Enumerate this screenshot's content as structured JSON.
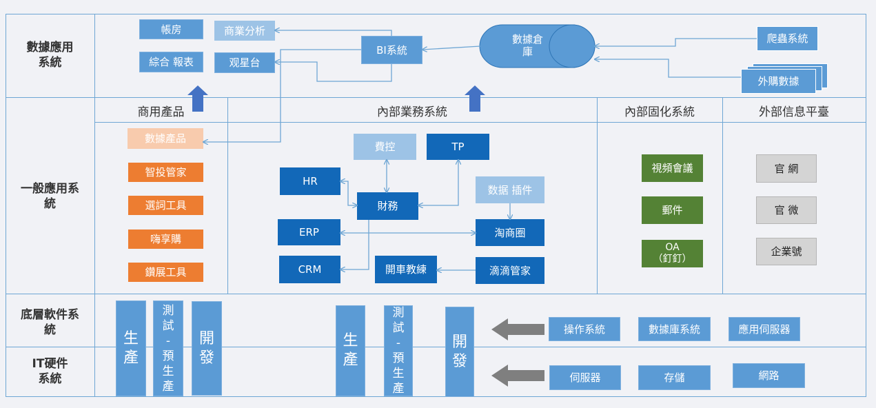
{
  "rows": {
    "data_app": "數據應用\n系統",
    "general_app": "一般應用系\n統",
    "base_software": "底層軟件系\n統",
    "it_hardware": "IT硬件\n系統"
  },
  "columns": {
    "commercial": "商用產品",
    "internal_business": "內部業務系統",
    "internal_fixed": "內部固化系統",
    "external_info": "外部信息平臺"
  },
  "data_app": {
    "zhangfang": "帳房",
    "reports": "綜合 報表",
    "business_analysis": "商業分析",
    "observatory": "观星台",
    "bi": "BI系統",
    "warehouse": "數據倉\n庫",
    "crawler": "爬蟲系統",
    "purchased_data": "外購數據"
  },
  "commercial_products": [
    "數據產品",
    "智投管家",
    "選詞工具",
    "嗨享購",
    "鑽展工具"
  ],
  "internal": {
    "fee_control": "費控",
    "tp": "TP",
    "hr": "HR",
    "finance": "財務",
    "data_plugin": "数据 插件",
    "erp": "ERP",
    "taobao_circle": "淘商圈",
    "crm": "CRM",
    "driving_coach": "開車教練",
    "didi_manager": "滴滴管家"
  },
  "fixed_systems": [
    "視頻會議",
    "郵件",
    "OA\n（釘釘）"
  ],
  "external_platforms": [
    "官 網",
    "官 微",
    "企業號"
  ],
  "environments": {
    "prod": "生\n產",
    "test": "測\n試\n-\n預\n生\n產",
    "dev": "開\n發"
  },
  "base_software_items": [
    "操作系統",
    "數據庫系統",
    "應用伺服器"
  ],
  "hardware_items": [
    "伺服器",
    "存儲",
    "網路"
  ],
  "colors": {
    "light_blue": "#5b9bd5",
    "dark_blue": "#1268b8",
    "orange": "#ed7d31",
    "green": "#548235",
    "gray": "#d4d4d4",
    "arrow_gray": "#7f7f7f",
    "line": "#6ea6d4"
  }
}
